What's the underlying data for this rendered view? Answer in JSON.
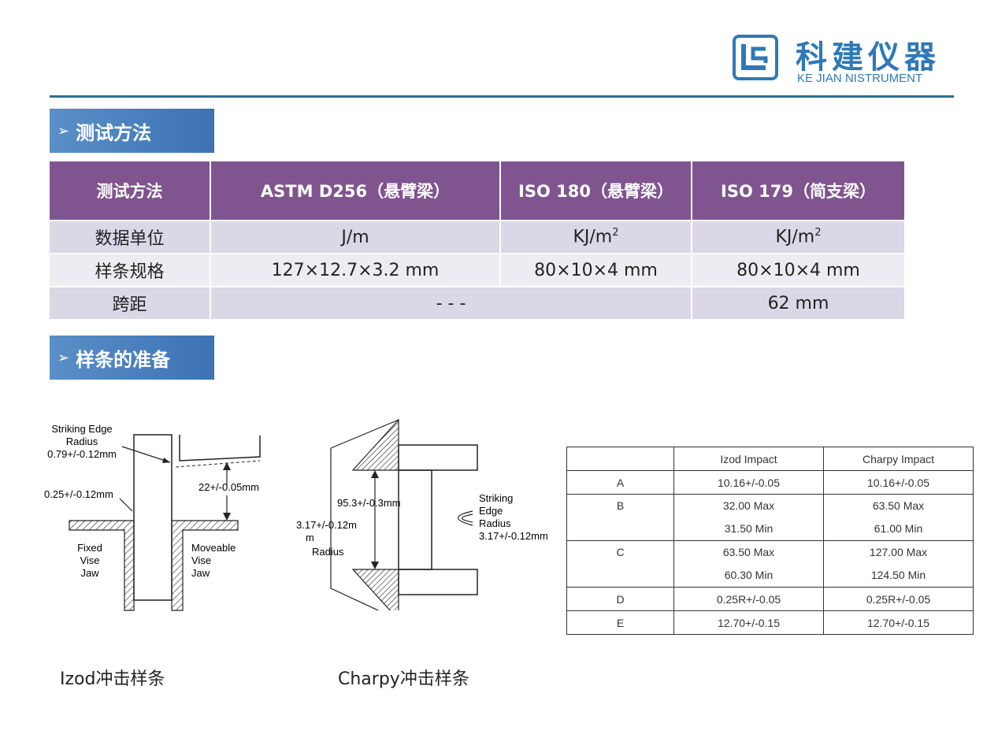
{
  "logo": {
    "cn": "科建仪器",
    "en": "KE JIAN NISTRUMENT",
    "brand_color": "#2f79b6"
  },
  "section1": {
    "arrow": "➢",
    "title": "测试方法"
  },
  "methods_table": {
    "header": [
      "测试方法",
      "ASTM D256（悬臂梁）",
      "ISO 180（悬臂梁）",
      "ISO 179（简支梁）"
    ],
    "rows": [
      {
        "label": "数据单位",
        "c1": "J/m",
        "c2": "KJ/m",
        "c2_sup": "2",
        "c3": "KJ/m",
        "c3_sup": "2"
      },
      {
        "label": "样条规格",
        "c1": "127×12.7×3.2 mm",
        "c2": "80×10×4 mm",
        "c3": "80×10×4 mm"
      },
      {
        "label": "跨距",
        "c12": "- - -",
        "c3": "62 mm"
      }
    ],
    "header_color": "#80548f"
  },
  "section2": {
    "arrow": "➢",
    "title": "样条的准备"
  },
  "izod": {
    "striking_edge": [
      "Striking  Edge",
      "Radius",
      "0.79+/-0.12mm"
    ],
    "notch": "0.25+/-0.12mm",
    "height": "22+/-0.05mm",
    "fixed": [
      "Fixed",
      "Vise",
      "Jaw"
    ],
    "moveable": [
      "Moveable",
      "Vise",
      "Jaw"
    ],
    "caption": "Izod冲击样条"
  },
  "charpy": {
    "span": "95.3+/-0.3mm",
    "radius": [
      "3.17+/-0.12m",
      "m",
      "Radius"
    ],
    "striking": [
      "Striking",
      "Edge",
      "Radius",
      "3.17+/-0.12mm"
    ],
    "caption": "Charpy冲击样条"
  },
  "dims_table": {
    "header": [
      "",
      "Izod  Impact",
      "Charpy  Impact"
    ],
    "rows": [
      {
        "label": "A",
        "izod": [
          "10.16+/-0.05"
        ],
        "charpy": [
          "10.16+/-0.05"
        ]
      },
      {
        "label": "B",
        "izod": [
          "32.00  Max",
          "31.50  Min"
        ],
        "charpy": [
          "63.50  Max",
          "61.00  Min"
        ]
      },
      {
        "label": "C",
        "izod": [
          "63.50  Max",
          "60.30  Min"
        ],
        "charpy": [
          "127.00  Max",
          "124.50  Min"
        ]
      },
      {
        "label": "D",
        "izod": [
          "0.25R+/-0.05"
        ],
        "charpy": [
          "0.25R+/-0.05"
        ]
      },
      {
        "label": "E",
        "izod": [
          "12.70+/-0.15"
        ],
        "charpy": [
          "12.70+/-0.15"
        ]
      }
    ]
  }
}
